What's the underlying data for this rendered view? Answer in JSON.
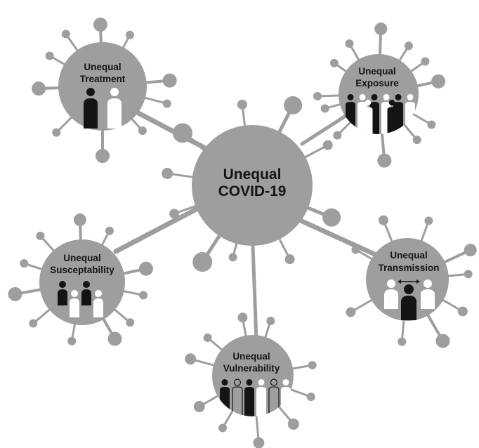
{
  "colors": {
    "virus": "#9e9e9e",
    "dark_person": "#141414",
    "light_person": "#ffffff",
    "background": "#ffffff"
  },
  "center": {
    "line1": "Unequal",
    "line2": "COVID-19"
  },
  "nodes": {
    "treatment": {
      "line1": "Unequal",
      "line2": "Treatment",
      "icon": "dark-and-light-person-pair-icon"
    },
    "exposure": {
      "line1": "Unequal",
      "line2": "Exposure",
      "icon": "mixed-group-of-people-icon"
    },
    "susceptability": {
      "line1": "Unequal",
      "line2": "Susceptability",
      "icon": "staggered-group-of-people-icon"
    },
    "transmission": {
      "line1": "Unequal",
      "line2": "Transmission",
      "icon": "people-with-double-arrow-icon"
    },
    "vulnerability": {
      "line1": "Unequal",
      "line2": "Vulnerability",
      "icon": "diverse-group-of-people-icon"
    }
  }
}
